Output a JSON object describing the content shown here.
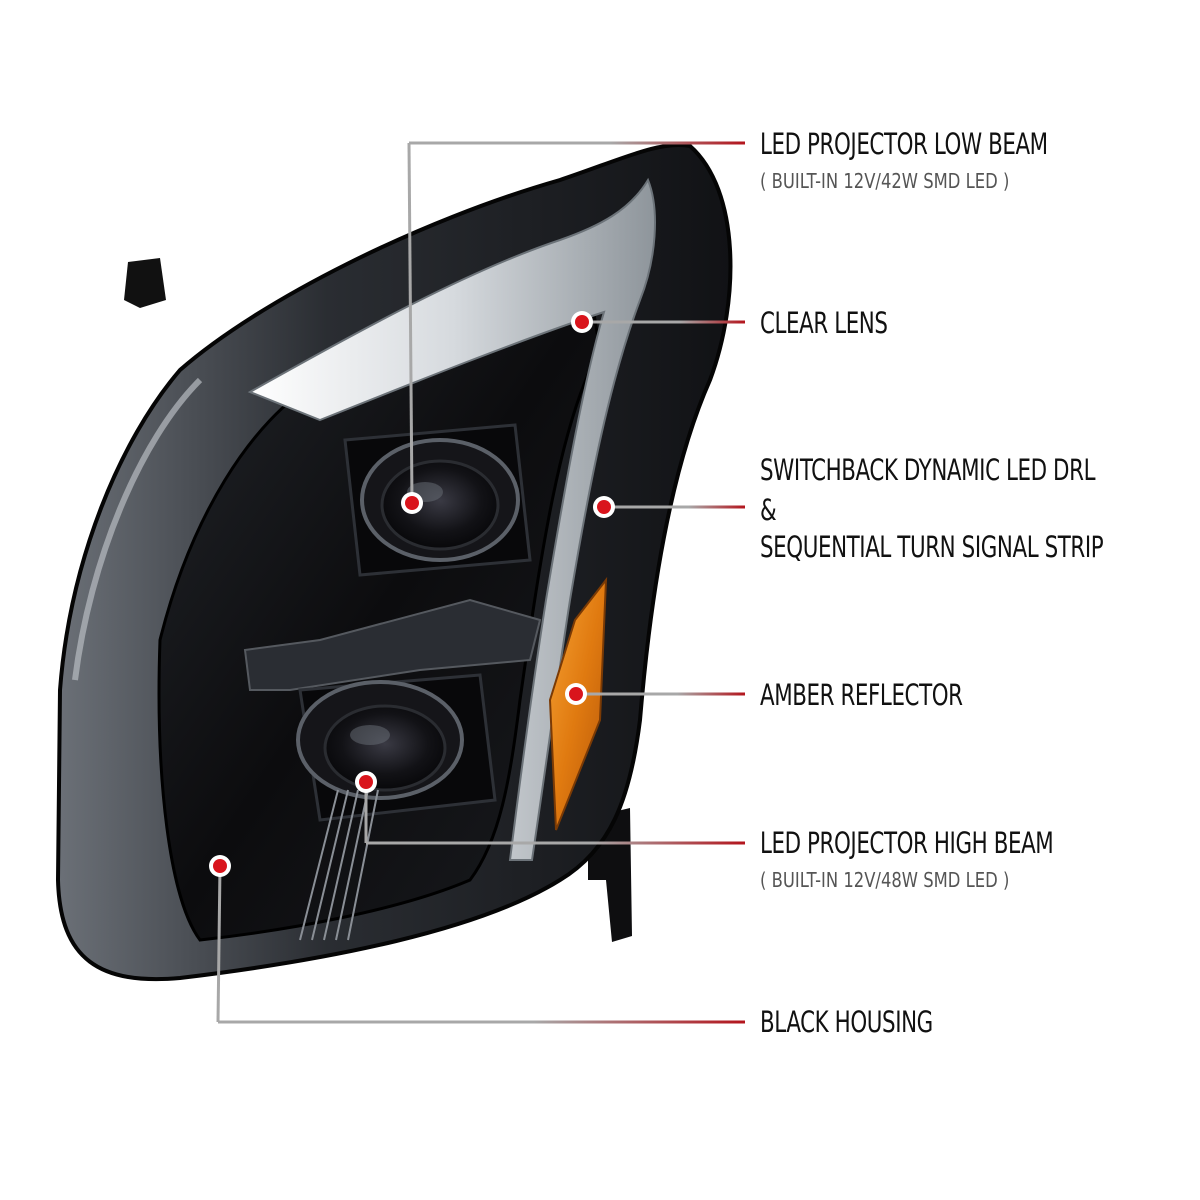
{
  "colors": {
    "leader_gray": "#a8a8a8",
    "leader_red": "#b3141c",
    "dot_red": "#d9141c",
    "amber": "#e07a10",
    "housing": "#0c0c0e",
    "chrome": "#cfd4d8"
  },
  "callouts": [
    {
      "id": "low-beam",
      "title": "LED PROJECTOR LOW BEAM",
      "subtitle": "( BUILT-IN 12V/42W SMD LED )"
    },
    {
      "id": "clear-lens",
      "title": "CLEAR LENS"
    },
    {
      "id": "drl",
      "title_lines": [
        "SWITCHBACK DYNAMIC LED DRL",
        "&",
        "SEQUENTIAL TURN SIGNAL STRIP"
      ]
    },
    {
      "id": "amber-reflector",
      "title": "AMBER REFLECTOR"
    },
    {
      "id": "high-beam",
      "title": "LED PROJECTOR HIGH BEAM",
      "subtitle": "( BUILT-IN 12V/48W SMD LED )"
    },
    {
      "id": "black-housing",
      "title": "BLACK HOUSING"
    }
  ]
}
